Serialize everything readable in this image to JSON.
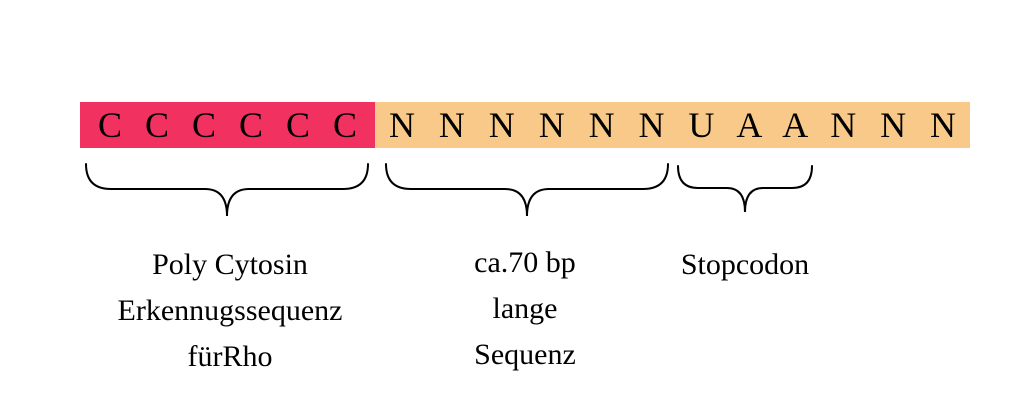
{
  "diagram": {
    "sequence_bar": {
      "poly_c_segment": {
        "letters": "C C C C C C",
        "color": "#F1315F"
      },
      "n_segment": {
        "letters": "N N N N N N U A A N N N",
        "color": "#F9C989"
      },
      "text_color": "#000000"
    },
    "annotations": {
      "poly_cytosin": {
        "lines": [
          "Poly Cytosin",
          "Erkennugssequenz",
          "fürRho"
        ]
      },
      "sequence_70bp": {
        "lines": [
          "ca.70 bp",
          "lange",
          "Sequenz"
        ]
      },
      "stopcodon": {
        "label": "Stopcodon"
      }
    }
  }
}
